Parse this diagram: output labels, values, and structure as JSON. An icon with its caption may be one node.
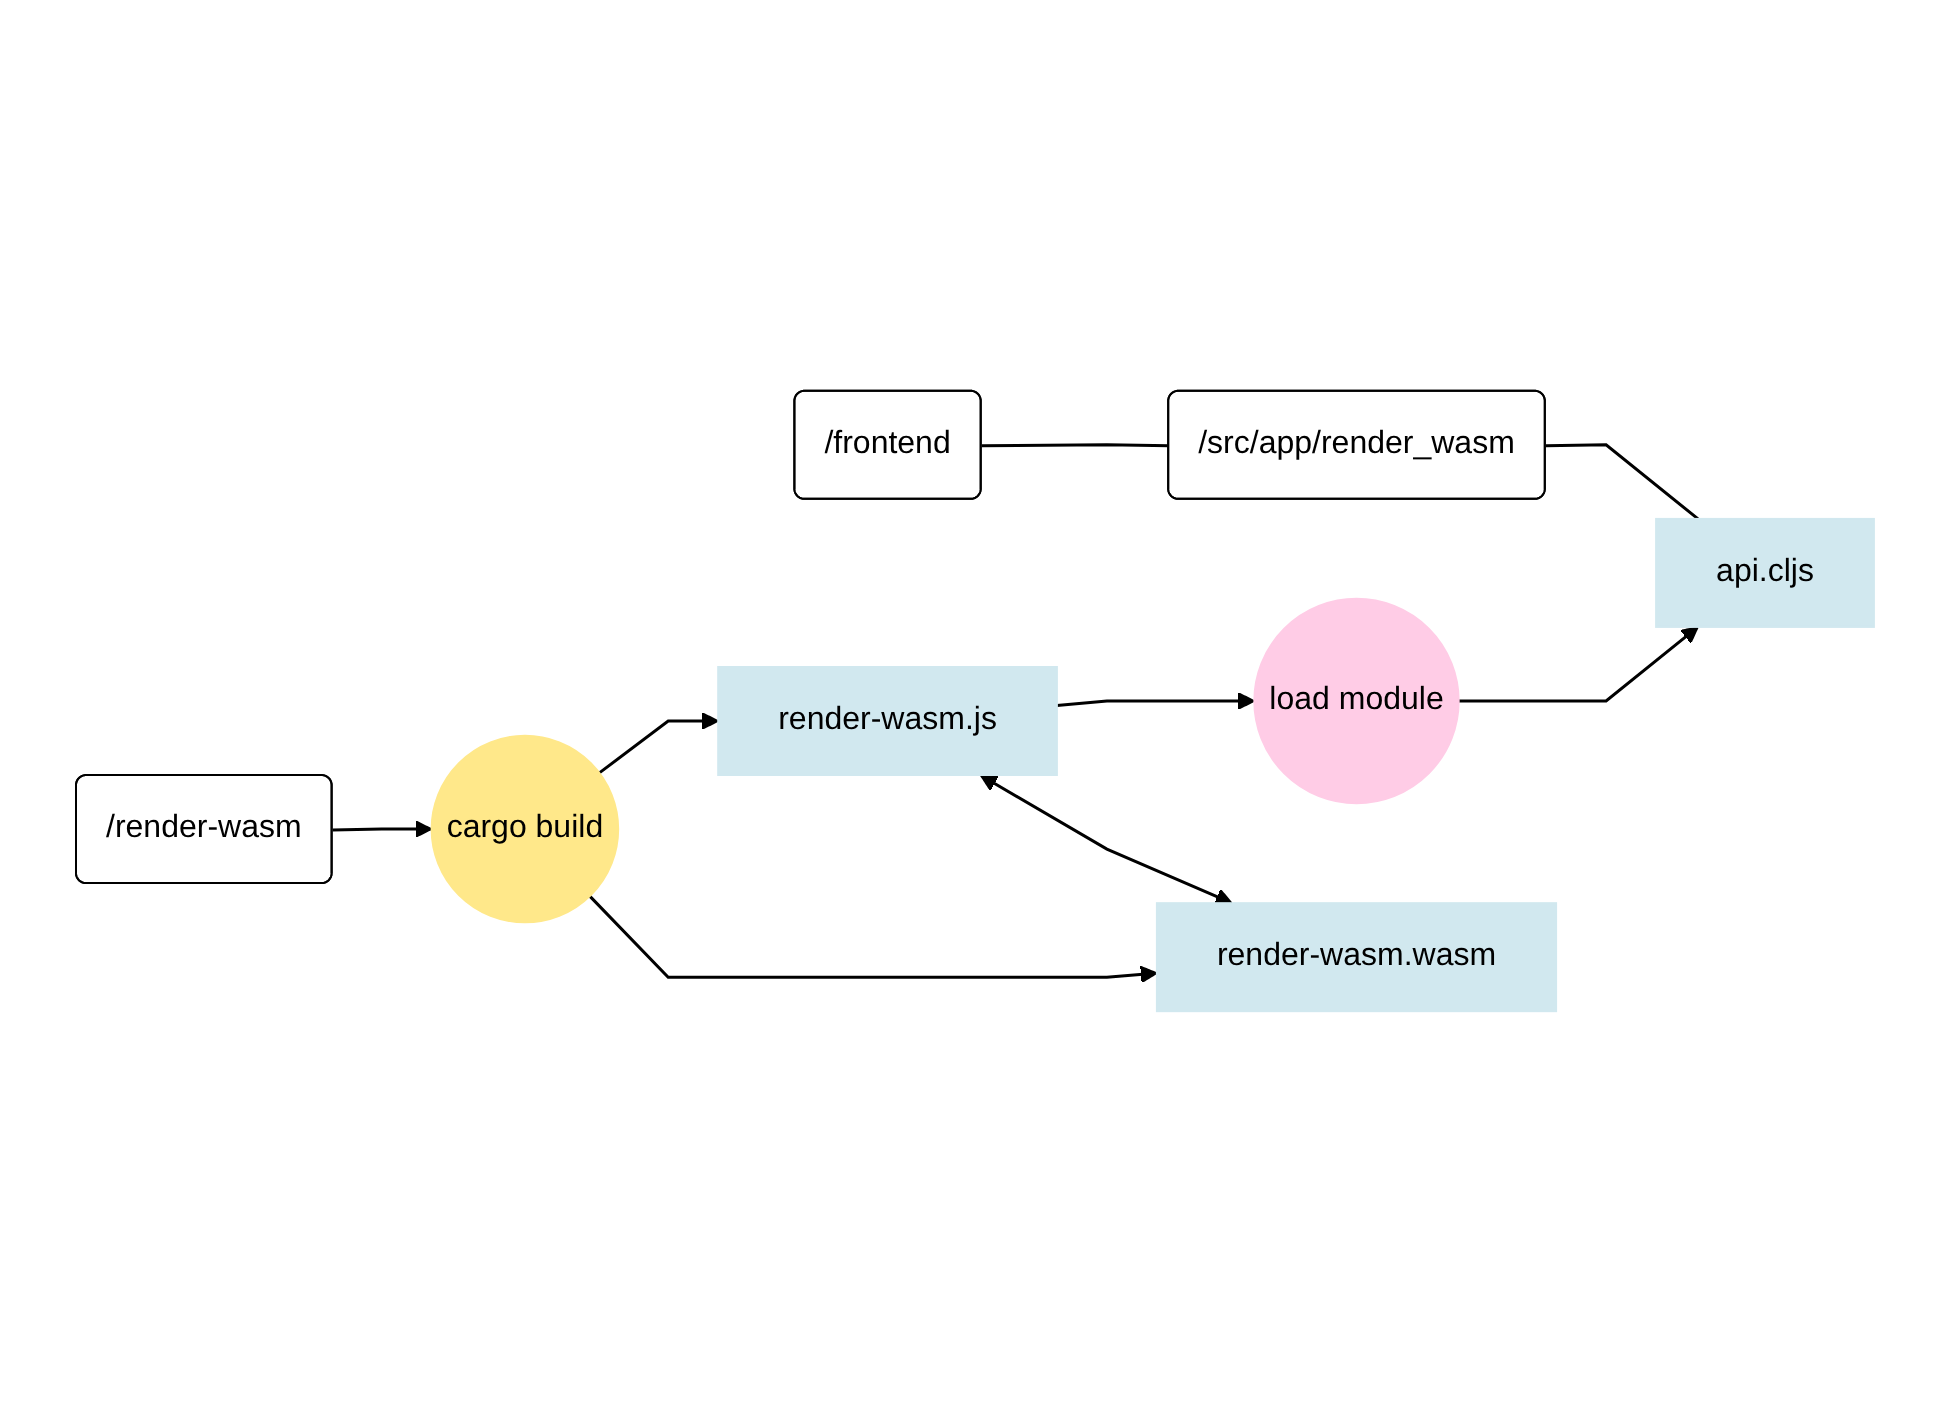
{
  "diagram": {
    "nodes": [
      {
        "text": [
          "/frontend"
        ]
      },
      {
        "text": [
          "/src/app/render_wasm"
        ]
      },
      {
        "text": [
          "api.cljs"
        ]
      },
      {
        "text": [
          "load module"
        ]
      },
      {
        "text": [
          "/render-wasm"
        ]
      },
      {
        "text": [
          "cargo build"
        ]
      },
      {
        "text": [
          "render-wasm.js"
        ]
      },
      {
        "text": [
          "render-wasm.wasm"
        ]
      }
    ],
    "edges": [
      {
        "from": 0,
        "to": 1,
        "arrow": "none"
      },
      {
        "from": 1,
        "to": 2,
        "arrow": "none"
      },
      {
        "from": 3,
        "to": 2,
        "arrow": "to"
      },
      {
        "from": 6,
        "to": 3,
        "arrow": "to"
      },
      {
        "from": 4,
        "to": 5,
        "arrow": "to"
      },
      {
        "from": 5,
        "to": 6,
        "arrow": "to"
      },
      {
        "from": 5,
        "to": 7,
        "arrow": "to"
      },
      {
        "from": 6,
        "to": 7,
        "arrow": "both"
      }
    ]
  }
}
